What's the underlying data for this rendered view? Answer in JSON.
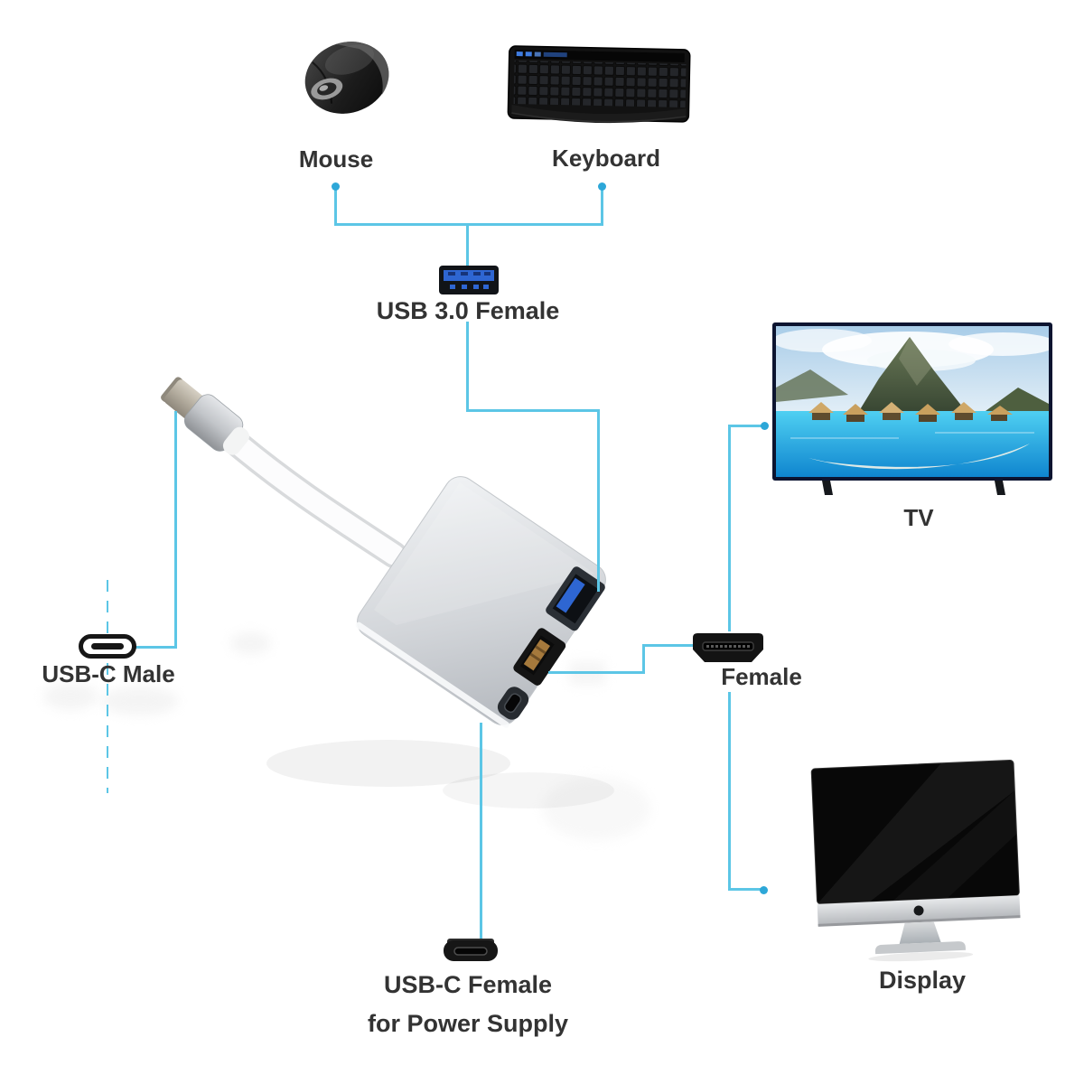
{
  "title": "USB-C multiport adapter connection diagram",
  "colors": {
    "background": "#ffffff",
    "connector_line": "#5cc6e6",
    "connector_dot": "#2da7d8",
    "label": "#333333",
    "usb_blue": "#2e66d2",
    "hdmi_gold": "#a5793c"
  },
  "labels": {
    "mouse": "Mouse",
    "keyboard": "Keyboard",
    "usb3_female": "USB 3.0 Female",
    "usbc_male": "USB-C Male",
    "hdmi_female": "Female",
    "tv": "TV",
    "display": "Display",
    "usbc_female_line1": "USB-C Female",
    "usbc_female_line2": "for Power Supply"
  }
}
